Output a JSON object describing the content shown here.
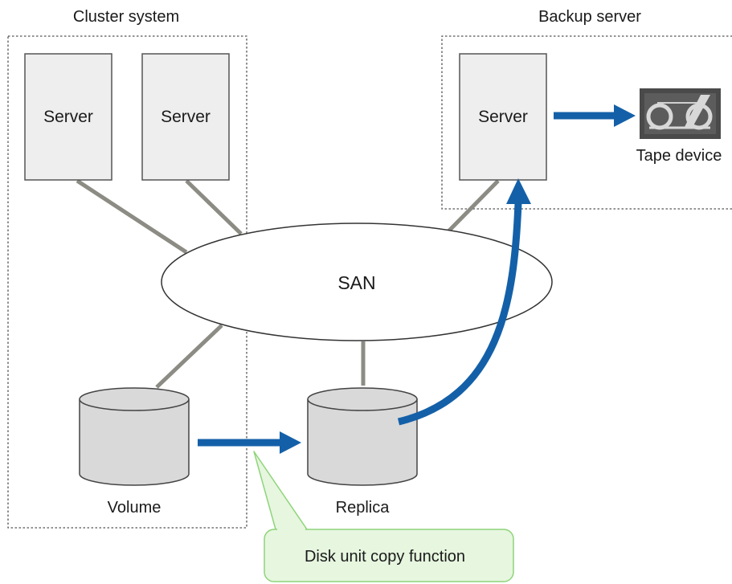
{
  "groups": {
    "cluster_title": "Cluster system",
    "backup_title": "Backup server"
  },
  "nodes": {
    "server_1": "Server",
    "server_2": "Server",
    "server_3": "Server",
    "tape_device": "Tape device",
    "san": "SAN",
    "volume": "Volume",
    "replica": "Replica"
  },
  "callout": {
    "text": "Disk unit copy function"
  },
  "colors": {
    "arrow": "#1460a8",
    "server_fill": "#eeeeee",
    "disk_fill": "#d9d9d9",
    "connector": "#8c8c84",
    "callout_fill": "#e6f6df",
    "callout_border": "#8fd47a",
    "tape_body": "#4a4a4a"
  }
}
